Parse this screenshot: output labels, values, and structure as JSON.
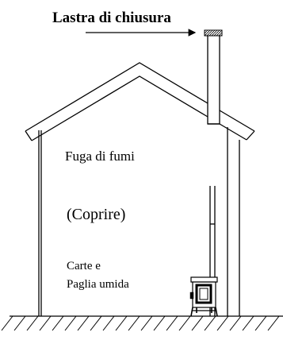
{
  "labels": {
    "cover_plate": "Lastra di chiusura",
    "smoke_leak": "Fuga di fumi",
    "cover_note": "(Coprire)",
    "fuel_line1": "Carte e",
    "fuel_line2": "Paglia umida"
  }
}
